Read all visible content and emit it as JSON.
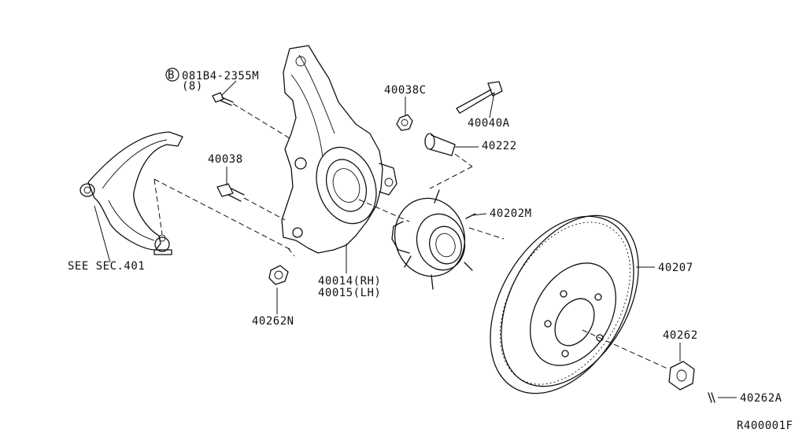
{
  "labels": {
    "bolt_spec_symbol": "B",
    "bolt_spec": "081B4-2355M",
    "bolt_qty": "(8)",
    "nut_40038C": "40038C",
    "bolt_40040A": "40040A",
    "stud_40222": "40222",
    "bolt_40038": "40038",
    "hub_40202M": "40202M",
    "see_sec": "SEE SEC.401",
    "knuckle_rh": "40014(RH)",
    "knuckle_lh": "40015(LH)",
    "rotor_40207": "40207",
    "nut_40262N": "40262N",
    "nut_40262": "40262",
    "pin_40262A": "40262A",
    "ref_code": "R400001F"
  }
}
